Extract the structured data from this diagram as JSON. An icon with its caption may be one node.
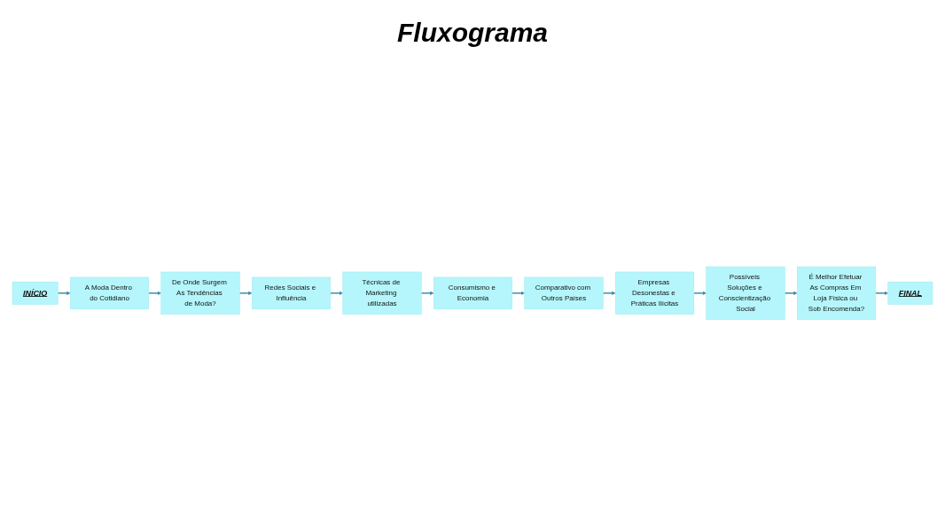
{
  "diagram": {
    "title": "Fluxograma",
    "nodes": [
      {
        "text": [
          "INÍCIO"
        ]
      },
      {
        "text": [
          "A Moda Dentro do Cotidiano"
        ]
      },
      {
        "text": [
          "De Onde Surgem As Tendências de Moda?"
        ]
      },
      {
        "text": [
          "Redes Sociais e Influência"
        ]
      },
      {
        "text": [
          "Técnicas de Marketing utilizadas"
        ]
      },
      {
        "text": [
          "Consumismo e Economia"
        ]
      },
      {
        "text": [
          "Comparativo com Outros Países"
        ]
      },
      {
        "text": [
          "Empresas Desonestas e Práticas Ilícitas"
        ]
      },
      {
        "text": [
          "Possíveis Soluções e Conscientização Social"
        ]
      },
      {
        "text": [
          "É Melhor Efetuar As Compras Em Loja Física ou Sob Encomenda?"
        ]
      },
      {
        "text": [
          "FINAL"
        ]
      }
    ],
    "edges": [
      {
        "from": 0,
        "to": 1,
        "arrow": "to"
      },
      {
        "from": 1,
        "to": 2,
        "arrow": "to"
      },
      {
        "from": 2,
        "to": 3,
        "arrow": "to"
      },
      {
        "from": 3,
        "to": 4,
        "arrow": "to"
      },
      {
        "from": 4,
        "to": 5,
        "arrow": "to"
      },
      {
        "from": 5,
        "to": 6,
        "arrow": "to"
      },
      {
        "from": 6,
        "to": 7,
        "arrow": "to"
      },
      {
        "from": 7,
        "to": 8,
        "arrow": "to"
      },
      {
        "from": 8,
        "to": 9,
        "arrow": "to"
      },
      {
        "from": 9,
        "to": 10,
        "arrow": "to"
      }
    ]
  }
}
